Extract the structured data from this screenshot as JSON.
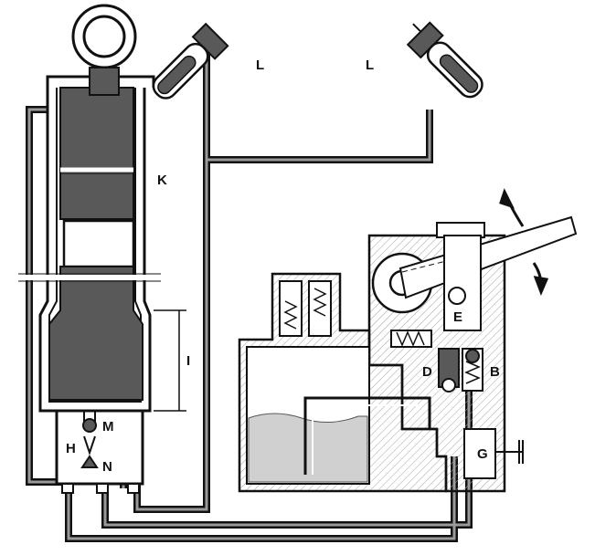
{
  "labels": {
    "L_left": "L",
    "L_right": "L",
    "K": "K",
    "I": "I",
    "E": "E",
    "D": "D",
    "B": "B",
    "M": "M",
    "H": "H",
    "N": "N",
    "G": "G"
  },
  "colors": {
    "outline": "#111111",
    "piston": "#595959",
    "pipe_fill": "#9a9a9a",
    "fluid": "#d0d0d0",
    "hatch": "#9a9a9a",
    "background": "#ffffff"
  }
}
